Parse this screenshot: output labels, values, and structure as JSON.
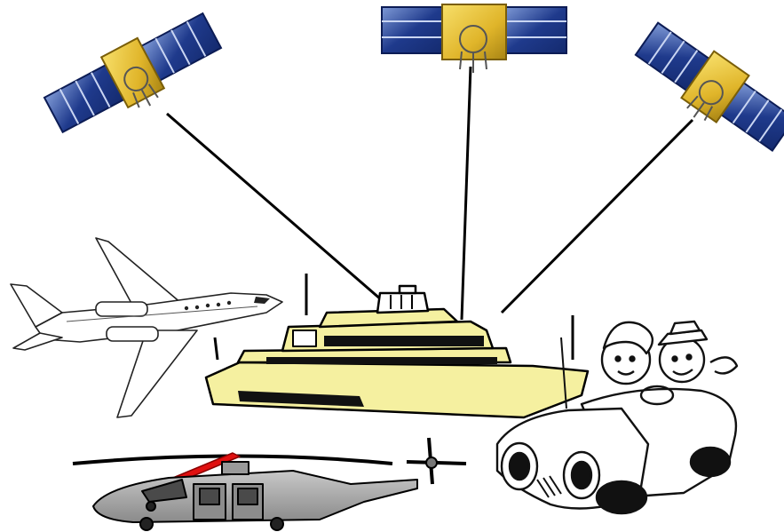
{
  "illustration": {
    "satellites": [
      {
        "name": "satellite-left"
      },
      {
        "name": "satellite-center"
      },
      {
        "name": "satellite-right"
      }
    ],
    "vehicles": [
      "business-jet",
      "yacht",
      "helicopter",
      "convertible-car"
    ],
    "colors": {
      "panel_blue": "#1f3a8c",
      "panel_light": "#7f9ad6",
      "satellite_gold": "#e8c23a",
      "satellite_gold_dark": "#a88414",
      "yacht_cream": "#f5f0a0",
      "helicopter_gray": "#a8a8a8",
      "helicopter_dark": "#4a4a4a",
      "rotor_red": "#e01010",
      "link_line": "#000000"
    }
  }
}
